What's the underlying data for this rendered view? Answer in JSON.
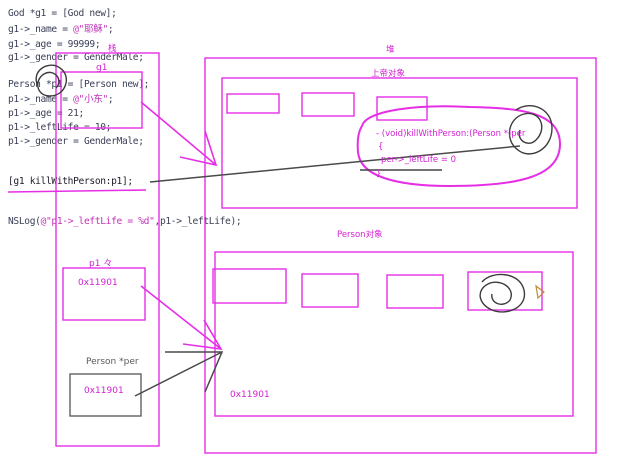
{
  "code": {
    "line1": {
      "pre": "God *g1 = [God new];",
      "post": ""
    },
    "line2": {
      "pre": "g1->_name = ",
      "str": "@\"耶稣\"",
      "post": ";"
    },
    "line3": {
      "pre": "g1->_age = 99999;"
    },
    "line4": {
      "pre": "g1->_gender = GenderMale;"
    },
    "line5": {
      "pre": "Person *p1 = [Person new];"
    },
    "line6": {
      "pre": "p1->_name = ",
      "str": "@\"小东\"",
      "post": ";"
    },
    "line7": {
      "pre": "p1->_age = 21;"
    },
    "line8": {
      "pre": "p1->_leftLife = 10;"
    },
    "line9": {
      "pre": "p1->_gender = GenderMale;"
    },
    "call": "[g1 killWithPerson:p1];",
    "log_pre": "NSLog(",
    "log_str": "@\"p1->_leftLife = %d\"",
    "log_post": ",p1->_leftLife);"
  },
  "labels": {
    "stack": "栈",
    "heap": "堆",
    "g1": "g1",
    "god_object": "上帝对象",
    "person_object": "Person对象",
    "p1": "p1",
    "p1_suffix": "々",
    "p1_address": "0x11901",
    "per_label": "Person *per",
    "per_address": "0x11901",
    "person_object_address": "0x11901",
    "method_signature": "- (void)killWithPerson:(Person *)per",
    "method_open": "{",
    "method_body": "per->_leftLife = 0",
    "method_close": "}"
  },
  "colors": {
    "annotation": "#e62ee6",
    "pen_dark": "#4a4a4a",
    "code_text": "#3a3f55",
    "string_literal": "#c233b8"
  }
}
